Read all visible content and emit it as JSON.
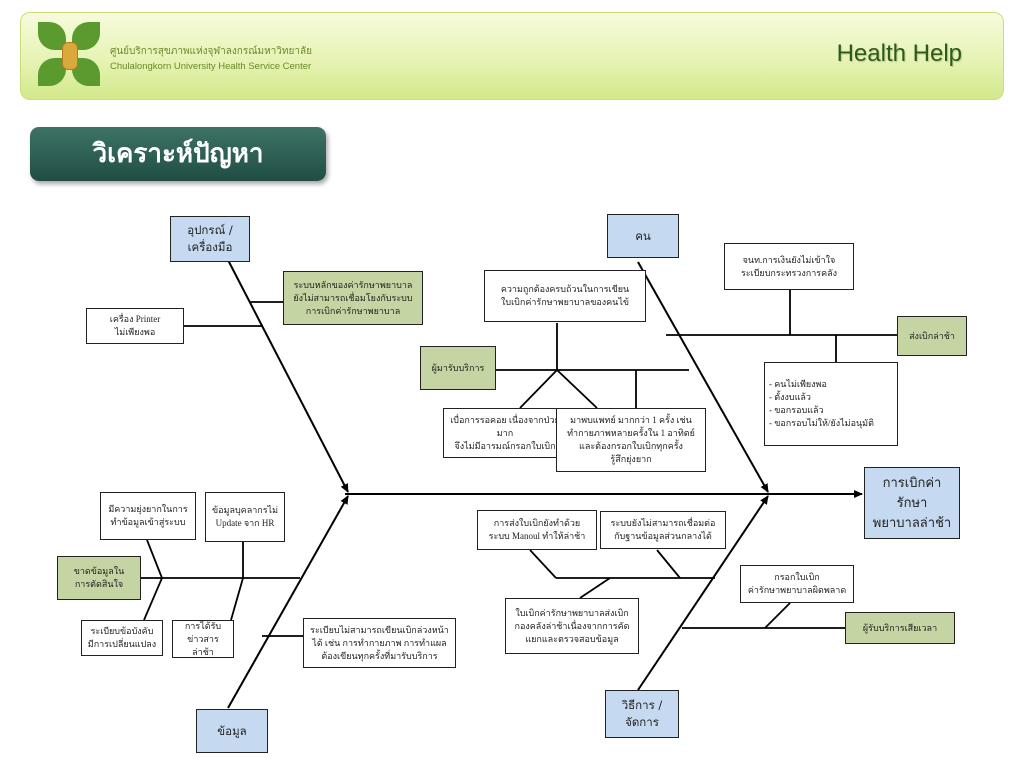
{
  "header": {
    "org_thai": "ศูนย์บริการสุขภาพแห่งจุฬาลงกรณ์มหาวิทยาลัย",
    "org_english": "Chulalongkorn University Health Service Center",
    "brand": "Health Help"
  },
  "slide": {
    "title": "วิเคราะห์ปัญหา"
  },
  "colors": {
    "category_box": "#c5d9f1",
    "cause_green": "#c4d5a3",
    "title_bar": "#2c5f54",
    "header_green": "#d3e98a"
  },
  "icons": {
    "logo": "green-four-leaf-logo-with-emblem"
  },
  "diagram": {
    "effect": "การเบิกค่ารักษา\nพยาบาลล่าช้า",
    "categories": {
      "equipment": "อุปกรณ์ /\nเครื่องมือ",
      "people": "คน",
      "data": "ข้อมูล",
      "method": "วิธีการ /\nจัดการ"
    },
    "causes": {
      "system_not_linked": "ระบบหลักของค่ารักษาพยาบาล\nยังไม่สามารถเชื่อมโยงกับระบบ\nการเบิกค่ารักษาพยาบาล",
      "printer": "เครื่อง Printer\nไม่เพียงพอ",
      "accuracy": "ความถูกต้องครบถ้วนในการเขียน\nใบเบิกค่ารักษาพยาบาลของคนไข้",
      "service_user": "ผู้มารับบริการ",
      "waiting": "เบื่อการรอคอย เนื่องจากป่วยมาก\nจึงไม่มีอารมณ์กรอกใบเบิก",
      "frequent_visits": "มาพบแพทย์ มากกว่า 1 ครั้ง เช่น\nทำกายภาพหลายครั้งใน 1 อาทิตย์\nและต้องกรอกใบเบิกทุกครั้ง\nรู้สึกยุ่งยาก",
      "finance_staff": "จนท.การเงินยังไม่เข้าใจ\nระเบียบกระทรวงการคลัง",
      "late_submission": "ส่งเบิกล่าช้า",
      "late_reasons": "- คนไม่เพียงพอ\n- ตั้งงบแล้ว\n- ขอกรอบแล้ว\n- ขอกรอบไม่ให้/ยังไม่อนุมัติ",
      "hard_entry": "มีความยุ่งยากในการ\nทำข้อมูลเข้าสู่ระบบ",
      "hr_not_updated": "ข้อมูลบุคลากรไม่\nUpdate จาก HR",
      "lack_info": "ขาดข้อมูลใน\nการตัดสินใจ",
      "rules_changed": "ระเบียบข้อบังคับ\nมีการเปลี่ยนแปลง",
      "late_news": "การได้รับ\nข่าวสารล่าช้า",
      "advance_rule": "ระเบียบไม่สามารถเขียนเบิกล่วงหน้า\nได้ เช่น การทำกายภาพ การทำแผล\nต้องเขียนทุกครั้งที่มารับบริการ",
      "manual_submission": "การส่งใบเบิกยังทำด้วย\nระบบ Manoul ทำให้ล่าช้า",
      "central_db": "ระบบยังไม่สามารถเชื่อมต่อ\nกับฐานข้อมูลส่วนกลางได้",
      "returned_forms": "ใบเบิกค่ารักษาพยาบาลส่งเบิก\nกองคลังล่าช้าเนื่องจากการคัด\nแยกและตรวจสอบข้อมูล",
      "form_errors": "กรอกใบเบิก\nค่ารักษาพยาบาลผิดพลาด",
      "provider_time": "ผู้รับบริการเสียเวลา"
    }
  }
}
